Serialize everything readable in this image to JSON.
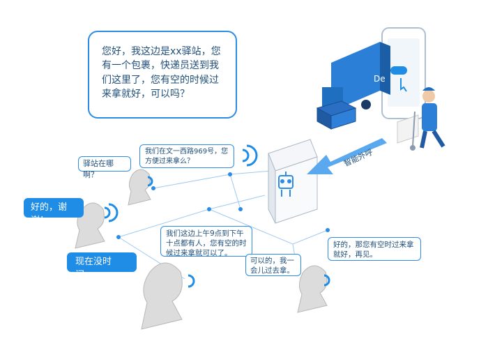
{
  "bubbles": {
    "station_greeting": "您好，我这边是xx驿站，您有一个包裹，快递员送到我们这里了，您有空的时候过来拿就好，可以吗？",
    "where_station": "驿站在哪啊？",
    "address_reply": "我们在文一西路969号，您方便过来拿么？",
    "ok_thanks": "好的，谢谢！",
    "no_time_now": "现在没时间。",
    "hours_reply": "我们这边上午9点到下午十点都有人，您有空的时候过来拿就可以了。",
    "come_later": "可以的，我一会儿过去拿。",
    "ok_bye": "好的，那您有空时过来拿就好，再见。"
  },
  "labels": {
    "smart_call": "智能外呼",
    "truck_text": "De"
  },
  "colors": {
    "accent": "#1f8ce6",
    "outline": "#2b8be6",
    "dark_blue": "#1f4e79",
    "gray_figure": "#d9d9d9"
  }
}
